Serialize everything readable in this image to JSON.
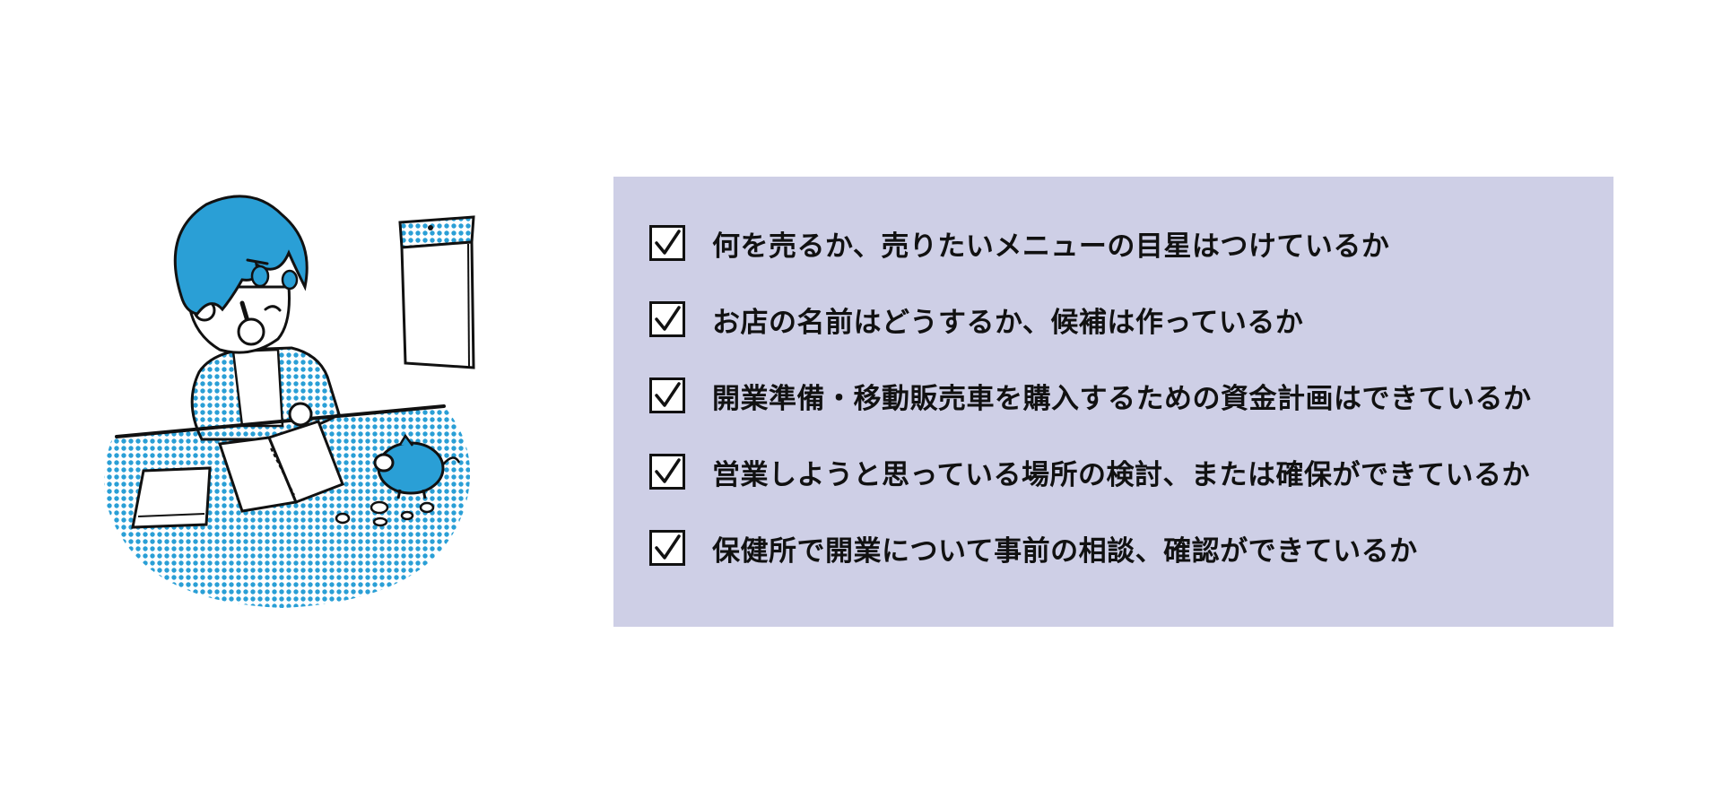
{
  "colors": {
    "accent": "#2a9fd6",
    "panel": "#cecfe6",
    "ink": "#111111"
  },
  "illustration": {
    "subject_icon": "thinking-person-icon",
    "items": [
      "calendar-icon",
      "notebook-icon",
      "paper-stack-icon",
      "piggy-bank-icon",
      "coins-icon"
    ]
  },
  "checklist": {
    "checkbox_icon": "checked-box-icon",
    "items": [
      {
        "label": "何を売るか、売りたいメニューの目星はつけているか"
      },
      {
        "label": "お店の名前はどうするか、候補は作っているか"
      },
      {
        "label": "開業準備・移動販売車を購入するための資金計画はできているか"
      },
      {
        "label": "営業しようと思っている場所の検討、または確保ができているか"
      },
      {
        "label": "保健所で開業について事前の相談、確認ができているか"
      }
    ]
  }
}
